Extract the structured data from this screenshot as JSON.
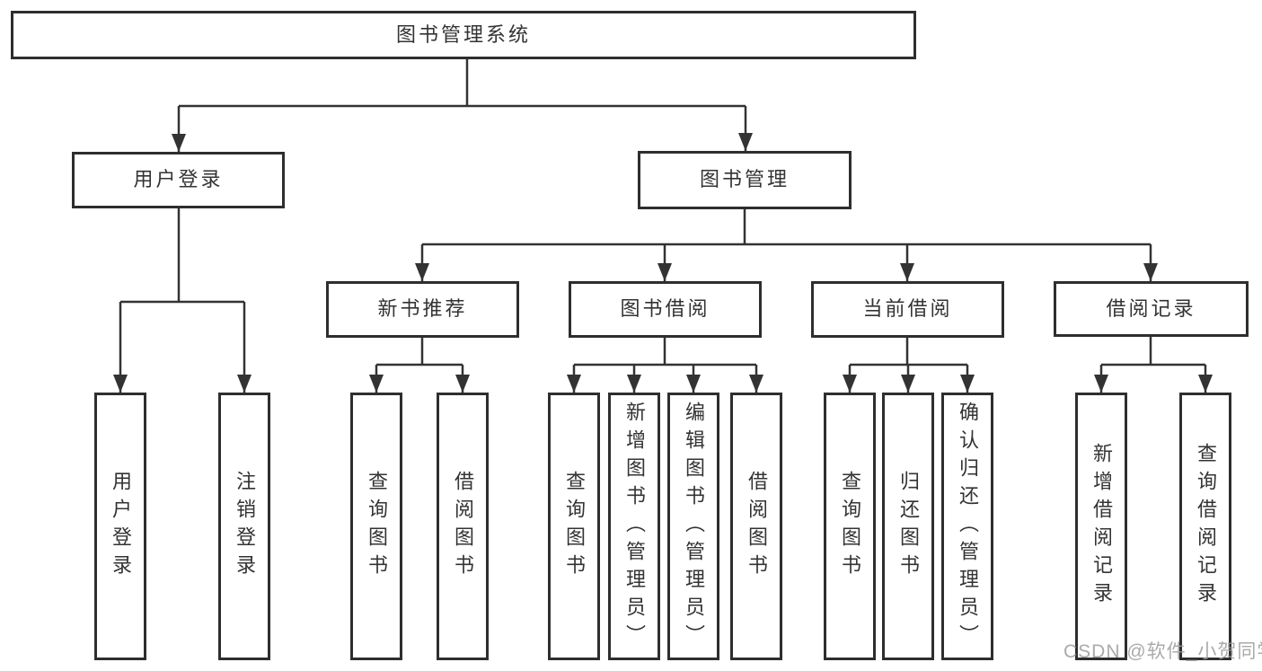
{
  "colors": {
    "border": "#2e2e2e",
    "line": "#333333",
    "text": "#333333",
    "watermark_text": "#9c9c9c",
    "background": "#ffffff"
  },
  "watermark": "CSDN @软件_小贺同学",
  "tree": {
    "root": {
      "label": "图书管理系统",
      "children": [
        {
          "label": "用户登录",
          "children": [
            {
              "label": "用户登录"
            },
            {
              "label": "注销登录"
            }
          ]
        },
        {
          "label": "图书管理",
          "children": [
            {
              "label": "新书推荐",
              "children": [
                {
                  "label": "查询图书"
                },
                {
                  "label": "借阅图书"
                }
              ]
            },
            {
              "label": "图书借阅",
              "children": [
                {
                  "label": "查询图书"
                },
                {
                  "label": "新增图书（管理员）"
                },
                {
                  "label": "编辑图书（管理员）"
                },
                {
                  "label": "借阅图书"
                }
              ]
            },
            {
              "label": "当前借阅",
              "children": [
                {
                  "label": "查询图书"
                },
                {
                  "label": "归还图书"
                },
                {
                  "label": "确认归还（管理员）"
                }
              ]
            },
            {
              "label": "借阅记录",
              "children": [
                {
                  "label": "新增借阅记录"
                },
                {
                  "label": "查询借阅记录"
                }
              ]
            }
          ]
        }
      ]
    }
  }
}
